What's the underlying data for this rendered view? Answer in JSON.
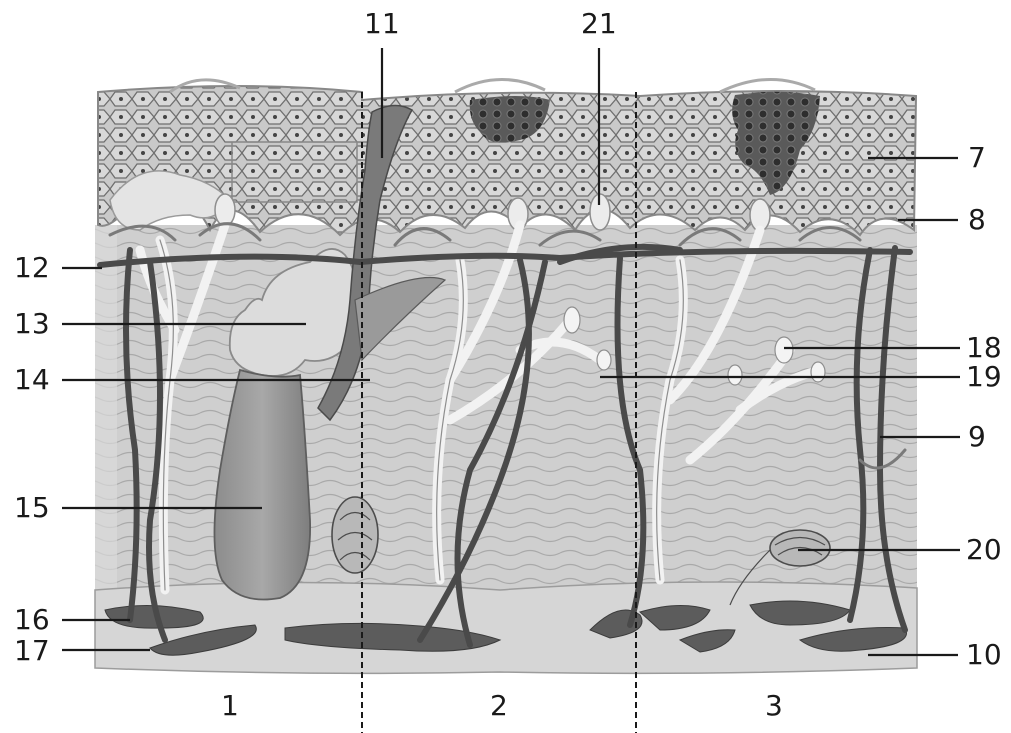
{
  "diagram": {
    "callouts": {
      "c7": "7",
      "c8": "8",
      "c9": "9",
      "c10": "10",
      "c11": "11",
      "c12": "12",
      "c13": "13",
      "c14": "14",
      "c15": "15",
      "c16": "16",
      "c17": "17",
      "c18": "18",
      "c19": "19",
      "c20": "20",
      "c21": "21"
    },
    "sections": {
      "s1": "1",
      "s2": "2",
      "s3": "3"
    }
  }
}
